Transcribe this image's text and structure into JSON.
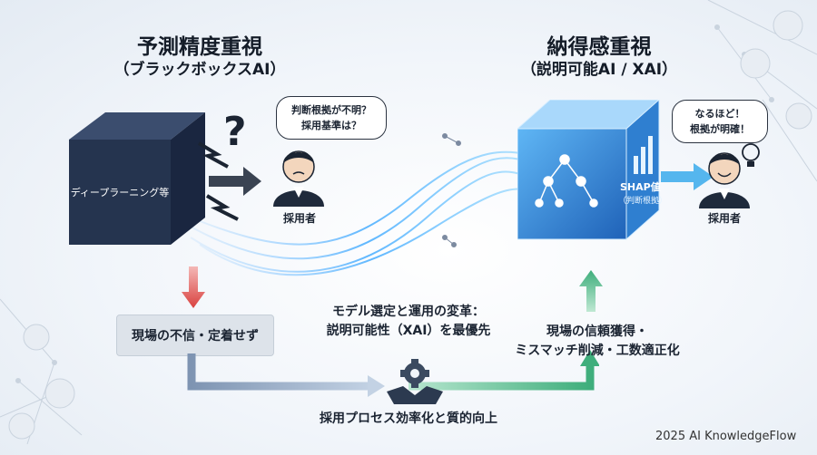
{
  "left": {
    "title": "予測精度重視",
    "subtitle": "（ブラックボックスAI）",
    "cube_label": "ディープラーニング等",
    "question_mark": "?",
    "bubble_line1": "判断根拠が不明？",
    "bubble_line2": "採用基準は？",
    "person_label": "採用者"
  },
  "right": {
    "title": "納得感重視",
    "subtitle": "（説明可能AI / XAI）",
    "cube_label_line1": "SHAP値",
    "cube_label_line2": "（判断根拠）",
    "bubble_line1": "なるほど！",
    "bubble_line2": "根拠が明確！",
    "person_label": "採用者"
  },
  "middle": {
    "caption_line1": "モデル選定と運用の変革：",
    "caption_line2": "説明可能性（XAI）を最優先"
  },
  "bottom": {
    "left_box": "現場の不信・定着せず",
    "center_label": "採用プロセス効率化と質的向上",
    "right_line1": "現場の信頼獲得・",
    "right_line2": "ミスマッチ削減・工数適正化"
  },
  "footer": "2025 AI KnowledgeFlow",
  "colors": {
    "dark_cube": "#25344f",
    "glass_cube": "#3aa0f0",
    "red_arrow": "#d9413f",
    "green_arrow": "#3fae7c",
    "flow_arrow": "#8aa3c3"
  }
}
